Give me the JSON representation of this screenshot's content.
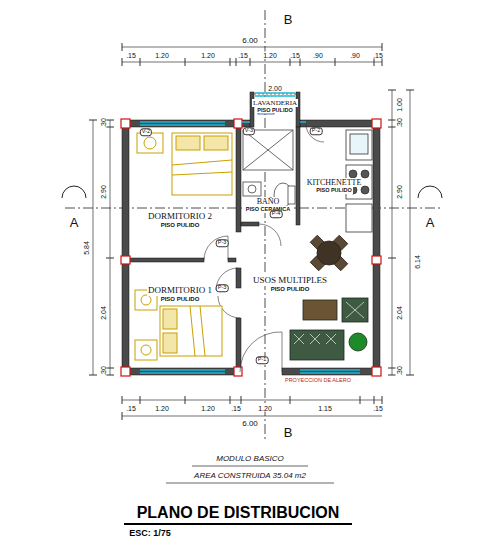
{
  "diagram": {
    "title": "PLANO DE DISTRIBUCION",
    "caption": "ESC: 1/75",
    "nodes": [
      {
        "text": [
          "LAVANDERIA",
          "PISO PULIDO"
        ]
      },
      {
        "text": [
          "DORMITORIO 2",
          "PISO PULIDO"
        ]
      },
      {
        "text": [
          "BAÑO",
          "PISO CERAMICA"
        ]
      },
      {
        "text": [
          "KITCHENETTE",
          "PISO PULIDO"
        ]
      },
      {
        "text": [
          "USOS MULTIPLES",
          "PISO PULIDO"
        ]
      },
      {
        "text": [
          "DORMITORIO 1",
          "PISO PULIDO"
        ]
      }
    ],
    "labels": [
      "6.00",
      ".15",
      "1.20",
      "1.20",
      ".15",
      "1.20",
      ".15",
      ".90",
      ".90",
      ".15",
      "2.00",
      "1.00",
      ".30",
      "2.90",
      "6.14",
      "2.04",
      ".30",
      ".30",
      "2.90",
      "5.84",
      "2.04",
      ".30",
      ".15",
      "1.20",
      "1.20",
      ".15",
      "1.20",
      "1.15",
      ".15",
      "6.00",
      "A",
      "A",
      "B",
      "B",
      "V-2",
      "V-3",
      "P-2",
      "P-4",
      "P-3",
      "P-3",
      "P-1",
      "PROYECCION DE ALERO",
      "MODULO BASICO",
      "AREA CONSTRUIDA 35.04 m2"
    ]
  }
}
